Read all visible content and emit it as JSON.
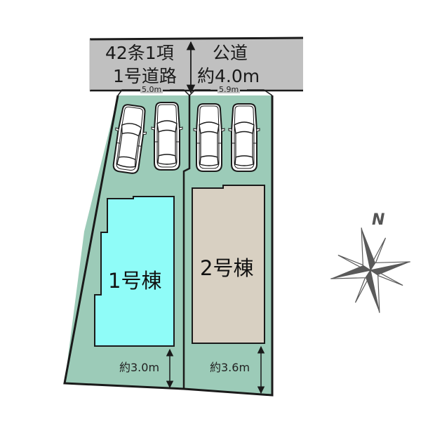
{
  "road": {
    "line1": "42条1項",
    "line2": "1号道路",
    "type_label": "公道",
    "width_label": "約4.0m",
    "color": "#c0c0c0"
  },
  "frontage": {
    "lot1": "5.0m",
    "lot2": "5.9m"
  },
  "lots": [
    {
      "name": "1号棟",
      "building_color": "#8ffcf8",
      "setback_label": "約3.0m",
      "parking_spaces": 2
    },
    {
      "name": "2号棟",
      "building_color": "#d8d0c2",
      "setback_label": "約3.6m",
      "parking_spaces": 2
    }
  ],
  "site": {
    "lot_color": "#9ccbb8",
    "border_color": "#1a1a1a"
  },
  "compass": {
    "label": "N",
    "color": "#5a5a5a"
  }
}
